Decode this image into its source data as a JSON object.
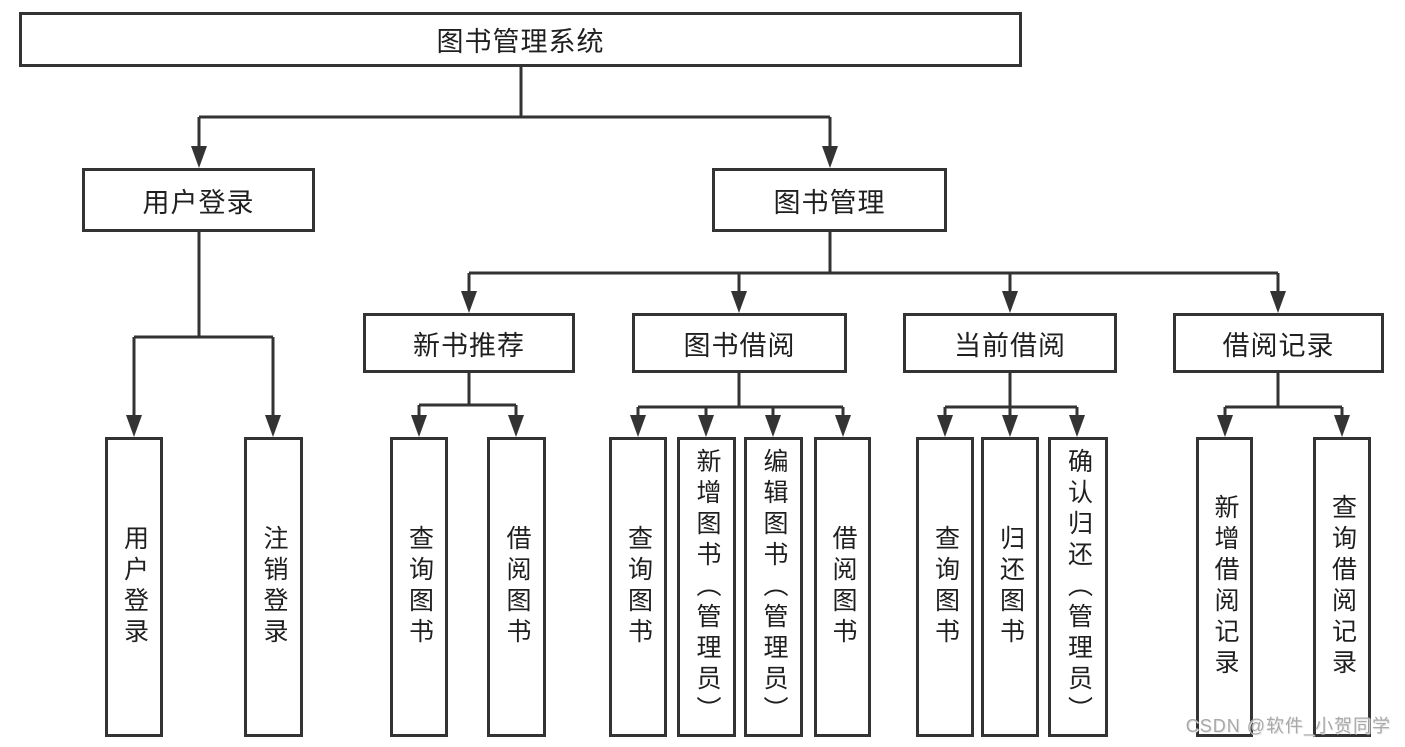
{
  "tree": {
    "root": {
      "label": "图书管理系统",
      "children": [
        {
          "label": "用户登录",
          "children": [
            {
              "label": "用户登录"
            },
            {
              "label": "注销登录"
            }
          ]
        },
        {
          "label": "图书管理",
          "children": [
            {
              "label": "新书推荐",
              "children": [
                {
                  "label": "查询图书"
                },
                {
                  "label": "借阅图书"
                }
              ]
            },
            {
              "label": "图书借阅",
              "children": [
                {
                  "label": "查询图书"
                },
                {
                  "label": "新增图书（管理员）"
                },
                {
                  "label": "编辑图书（管理员）"
                },
                {
                  "label": "借阅图书"
                }
              ]
            },
            {
              "label": "当前借阅",
              "children": [
                {
                  "label": "查询图书"
                },
                {
                  "label": "归还图书"
                },
                {
                  "label": "确认归还（管理员）"
                }
              ]
            },
            {
              "label": "借阅记录",
              "children": [
                {
                  "label": "新增借阅记录"
                },
                {
                  "label": "查询借阅记录"
                }
              ]
            }
          ]
        }
      ]
    }
  },
  "watermark": "CSDN @软件_小贺同学",
  "colors": {
    "line": "#333333",
    "box_border": "#333333",
    "text": "#1f1f1f",
    "background": "#ffffff",
    "watermark": "#a9a9a9"
  }
}
